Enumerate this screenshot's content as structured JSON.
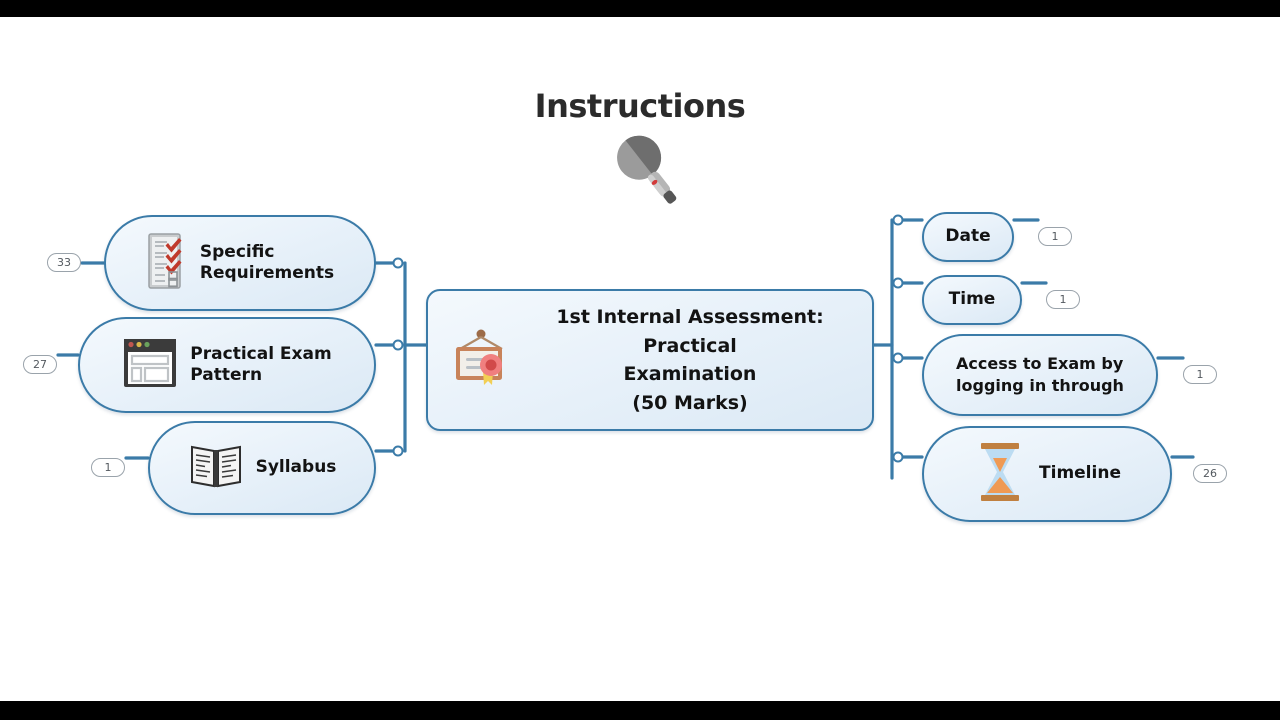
{
  "title": {
    "text": "Instructions",
    "icon": "microphone-icon"
  },
  "theme": {
    "node_border": "#3b7ba8",
    "node_fill": "#e6f0f9",
    "connector": "#3b7ba8",
    "badge_border": "#9aa3ab",
    "badge_text": "#53595f",
    "text": "#131313",
    "canvas": "#ffffff",
    "letterbox": "#000000"
  },
  "center": {
    "label": "1st Internal Assessment: Practical\nExamination\n(50 Marks)",
    "icon": "certificate-icon"
  },
  "left_branch": [
    {
      "id": "specific",
      "label": "Specific\nRequirements",
      "icon": "checklist-icon",
      "badge": "33"
    },
    {
      "id": "pattern",
      "label": "Practical Exam\nPattern",
      "icon": "browser-window-icon",
      "badge": "27"
    },
    {
      "id": "syllabus",
      "label": "Syllabus",
      "icon": "open-book-icon",
      "badge": "1"
    }
  ],
  "right_branch": [
    {
      "id": "date",
      "label": "Date",
      "icon": "",
      "badge": "1"
    },
    {
      "id": "time",
      "label": "Time",
      "icon": "",
      "badge": "1"
    },
    {
      "id": "access",
      "label": "Access to Exam by\nlogging in through",
      "icon": "",
      "badge": "1"
    },
    {
      "id": "timeline",
      "label": "Timeline",
      "icon": "hourglass-icon",
      "badge": "26"
    }
  ]
}
